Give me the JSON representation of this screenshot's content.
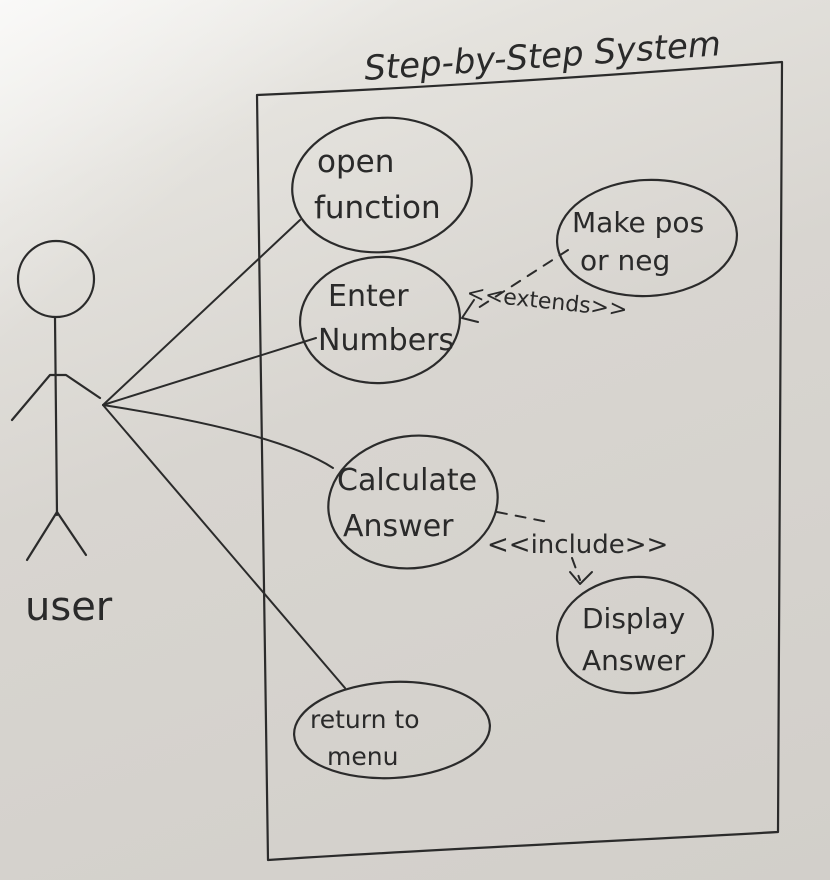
{
  "system": {
    "title": "Step-by-Step System"
  },
  "actor": {
    "label": "user"
  },
  "use_cases": {
    "open_function": [
      "open",
      "function"
    ],
    "enter_numbers": [
      "Enter",
      "Numbers"
    ],
    "make_pos_neg": [
      "Make pos",
      "or neg"
    ],
    "calculate_answer": [
      "Calculate",
      "Answer"
    ],
    "display_answer": [
      "Display",
      "Answer"
    ],
    "return_to_menu": [
      "return to",
      "menu"
    ]
  },
  "relations": {
    "extends": "<<extends>>",
    "include": "<<include>>"
  },
  "colors": {
    "ink": "#2b2b2b",
    "paper": "#d9d6d1"
  }
}
